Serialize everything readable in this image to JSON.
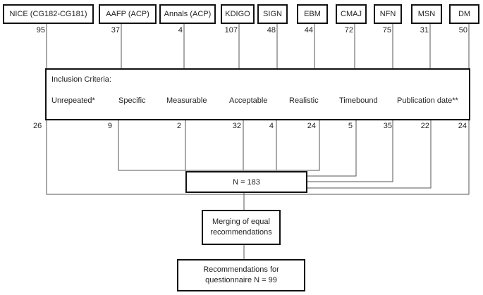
{
  "sources": [
    {
      "label": "NICE (CG182-CG181)",
      "count": "95"
    },
    {
      "label": "AAFP (ACP)",
      "count": "37"
    },
    {
      "label": "Annals (ACP)",
      "count": "4"
    },
    {
      "label": "KDIGO",
      "count": "107"
    },
    {
      "label": "SIGN",
      "count": "48"
    },
    {
      "label": "EBM",
      "count": "44"
    },
    {
      "label": "CMAJ",
      "count": "72"
    },
    {
      "label": "NFN",
      "count": "75"
    },
    {
      "label": "MSN",
      "count": "31"
    },
    {
      "label": "DM",
      "count": "50"
    }
  ],
  "criteria": {
    "title": "Inclusion Criteria:",
    "items": [
      "Unrepeated*",
      "Specific",
      "Measurable",
      "Acceptable",
      "Realistic",
      "Timebound",
      "Publication date**"
    ]
  },
  "retained_counts": [
    "26",
    "9",
    "2",
    "32",
    "4",
    "24",
    "5",
    "35",
    "22",
    "24"
  ],
  "total": "N = 183",
  "merge": "Merging of equal recommendations",
  "final": "Recommendations for questionnaire N = 99"
}
